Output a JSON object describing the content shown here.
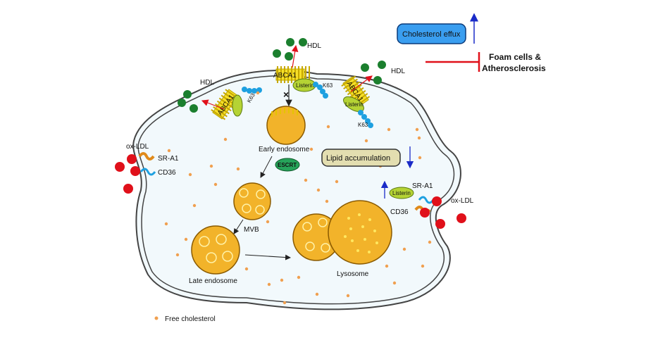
{
  "labels": {
    "hdl": "HDL",
    "ox_ldl": "ox-LDL",
    "sr_a1": "SR-A1",
    "cd36": "CD36",
    "abca1": "ABCA1",
    "listerin": "Listerin",
    "k63": "K63",
    "early_endosome": "Early endosome",
    "escrt": "ESCRT",
    "mvb": "MVB",
    "late_endosome": "Late endosome",
    "lysosome": "Lysosome",
    "lipid_accumulation": "Lipid accumulation",
    "cholesterol_efflux": "Cholesterol effux",
    "foam_cells_line1": "Foam cells &",
    "foam_cells_line2": "Atherosclerosis",
    "free_cholesterol": "Free cholesterol"
  },
  "colors": {
    "hdl": "#1b7f2e",
    "ox_ldl": "#e0101a",
    "vesicle": "#f2b32a",
    "listerin": "#b5d334",
    "escrt": "#26a35a",
    "cholesterol": "#f0a050",
    "box_blue": "#3a9ef0",
    "box_tan": "#e3deb0",
    "inhibit_red": "#e0101a",
    "up_arrow": "#1a2bc8",
    "k63": "#1ea0e0",
    "cell_fill": "#f2f9fc"
  }
}
